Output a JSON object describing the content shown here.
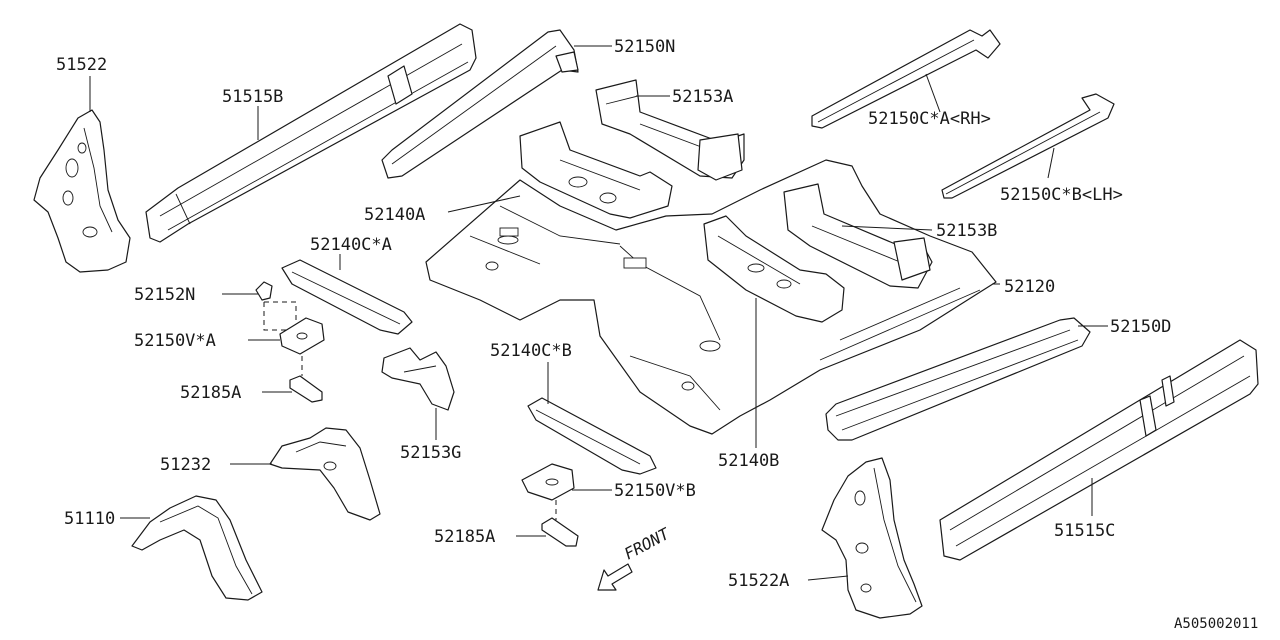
{
  "labels": {
    "p51522": "51522",
    "p51515B": "51515B",
    "p52150N": "52150N",
    "p52153A": "52153A",
    "p52150CA": "52150C*A<RH>",
    "p52150CB": "52150C*B<LH>",
    "p52153B": "52153B",
    "p52140A": "52140A",
    "p52140CA": "52140C*A",
    "p52152N": "52152N",
    "p52150VA": "52150V*A",
    "p52185A_1": "52185A",
    "p52120": "52120",
    "p52150D": "52150D",
    "p52140CB": "52140C*B",
    "p52153G": "52153G",
    "p51232": "51232",
    "p52140B": "52140B",
    "p52150VB": "52150V*B",
    "p51110": "51110",
    "p52185A_2": "52185A",
    "p51515C": "51515C",
    "p51522A": "51522A"
  },
  "front_label": "FRONT",
  "diagram_code": "A505002011",
  "icons": {
    "front_arrow": "front-arrow-icon"
  }
}
